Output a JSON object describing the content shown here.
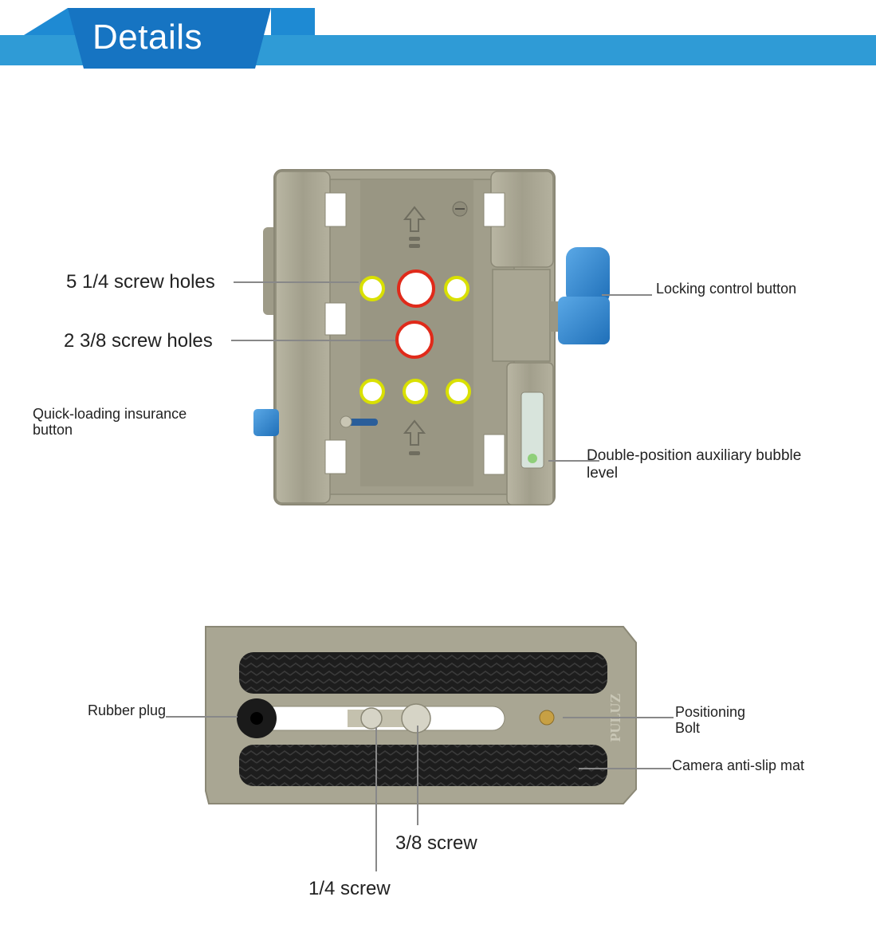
{
  "header": {
    "title": "Details",
    "accent_color": "#2f9bd6",
    "tab_color": "#1a7cc7"
  },
  "clamp": {
    "labels": {
      "screw_holes_1_4": "5 1/4 screw holes",
      "screw_holes_3_8": "2 3/8 screw holes",
      "quick_loading_line1": "Quick-loading insurance",
      "quick_loading_line2": "button",
      "locking_control": "Locking control button",
      "bubble_level_line1": "Double-position auxiliary bubble",
      "bubble_level_line2": "level"
    }
  },
  "plate": {
    "brand": "PULUZ",
    "labels": {
      "rubber_plug": "Rubber plug",
      "positioning_line1": "Positioning",
      "positioning_line2": "Bolt",
      "anti_slip": "Camera anti-slip mat",
      "screw_3_8": "3/8 screw",
      "screw_1_4": "1/4 screw"
    }
  },
  "colors": {
    "metal": "#a7a491",
    "metal_dark": "#8d8a78",
    "rubber": "#1e1e1e",
    "ring_yellow": "#d9e000",
    "ring_red": "#e02a1a",
    "knob_blue": "#2f86d0"
  }
}
